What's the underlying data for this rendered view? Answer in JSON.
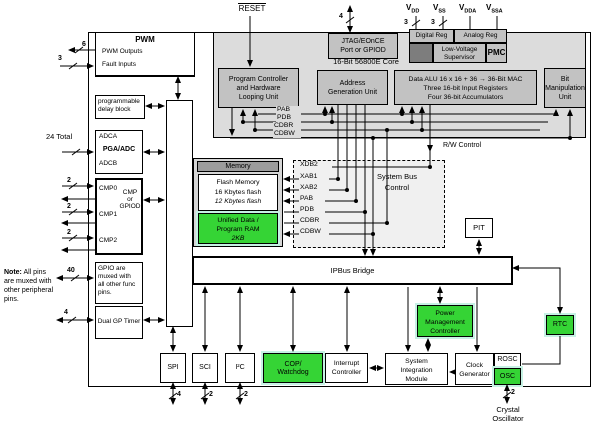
{
  "labels": {
    "reset": "RESET",
    "core": "16-Bit 56800E Core",
    "rw_control": "R/W Control",
    "note_strong": "Note:",
    "note_text": " All pins\nare muxed with\nother peripheral\npins.",
    "crystal": "Crystal\nOscillator"
  },
  "pins": {
    "vdd_base": "V",
    "vdd_sub": "DD",
    "vdd_count": "3",
    "vss_base": "V",
    "vss_sub": "SS",
    "vss_count": "3",
    "vdda_base": "V",
    "vdda_sub": "DDA",
    "vssa_base": "V",
    "vssa_sub": "SSA",
    "jtag_count": "4",
    "pwm_out_count": "6",
    "fault_count": "3",
    "adc_total": "24 Total",
    "cmp0_count": "2",
    "cmp1_count": "2",
    "cmp2_count": "2",
    "gpio_count": "40",
    "timer_count": "4",
    "spi_count": "4",
    "sci_count": "2",
    "i2c_count": "2",
    "osc_count": "2"
  },
  "blocks": {
    "pwm_title": "PWM",
    "pwm_outputs": "PWM Outputs",
    "pwm_faults": "Fault Inputs",
    "prog_delay": "programmable\ndelay block",
    "adc_a": "ADCA",
    "adc_pga": "PGA/ADC",
    "adc_b": "ADCB",
    "cmp0": "CMP0",
    "cmp1": "CMP1",
    "cmp2": "CMP2",
    "cmp_center": "CMP\nor\nGPIOD",
    "gpio": "GPIO are\nmuxed with\nall other func\npins.",
    "timer": "Dual GP Timer",
    "jtag": "JTAG/EOnCE\nPort or GPIOD",
    "power_digital": "Digital Reg",
    "power_analog": "Analog Reg",
    "power_lvs": "Low-Voltage\nSupervisor",
    "power_pmc": "PMC",
    "pc": "Program Controller\nand Hardware\nLooping Unit",
    "agu": "Address\nGeneration Unit",
    "alu": "Data ALU 16 x 16 + 36 → 36-Bit MAC\nThree 16-bit Input Registers\nFour 36-bit Accumulators",
    "bmu": "Bit\nManipulation\nUnit",
    "memory_header": "Memory",
    "flash_title": "Flash Memory",
    "flash_size": "16 Kbytes flash",
    "flash_alt": "12 Kbytes flash",
    "ram_line1": "Unified Data /",
    "ram_line2": "Program RAM",
    "ram_size": "2KB",
    "sbc": "System Bus\nControl",
    "pit": "PIT",
    "bridge": "IPBus Bridge",
    "spi": "SPI",
    "sci": "SCI",
    "i2c": "I²C",
    "cop": "COP/\nWatchdog",
    "intc": "Interrupt\nController",
    "sim": "System\nIntegration\nModule",
    "pmc": "Power\nManagement\nController",
    "clock": "Clock\nGenerator",
    "rosc": "ROSC",
    "osc": "OSC",
    "rtc": "RTC"
  },
  "buses": {
    "core": [
      "PAB",
      "PDB",
      "CDBR",
      "CDBW"
    ],
    "memory": [
      "XDB2",
      "XAB1",
      "XAB2",
      "PAB",
      "PDB",
      "CDBR",
      "CDBW"
    ]
  },
  "colors": {
    "highlight_green": "#35d435",
    "core_gray": "#dcdcdc",
    "box_gray": "#c2c2c2",
    "dark_gray": "#7d7d7d",
    "header_gray": "#9c9c9c"
  }
}
